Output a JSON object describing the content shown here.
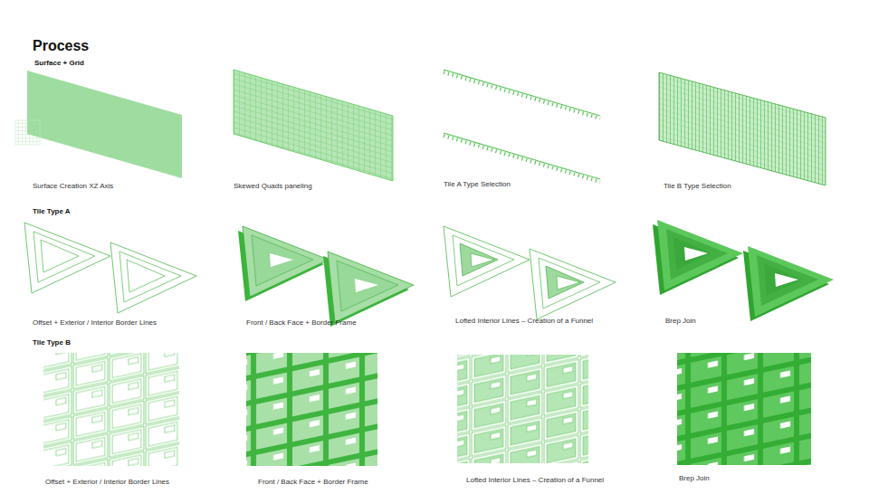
{
  "diagram": {
    "title": "Process",
    "labels": [
      "Surface + Grid",
      "Surface Creation XZ Axis",
      "Skewed Quads paneling",
      "Tile A Type Selection",
      "Tile B Type Selection",
      "Tile Type A",
      "Offset + Exterior / Interior Border Lines",
      "Front / Back Face + Border Frame",
      "Lofted Interior Lines – Creation of a Funnel",
      "Brep Join",
      "Tile Type B",
      "Offset + Exterior / Interior Border Lines",
      "Front / Back Face + Border Frame",
      "Lofted Interior Lines – Creation of a Funnel",
      "Brep Join"
    ]
  }
}
